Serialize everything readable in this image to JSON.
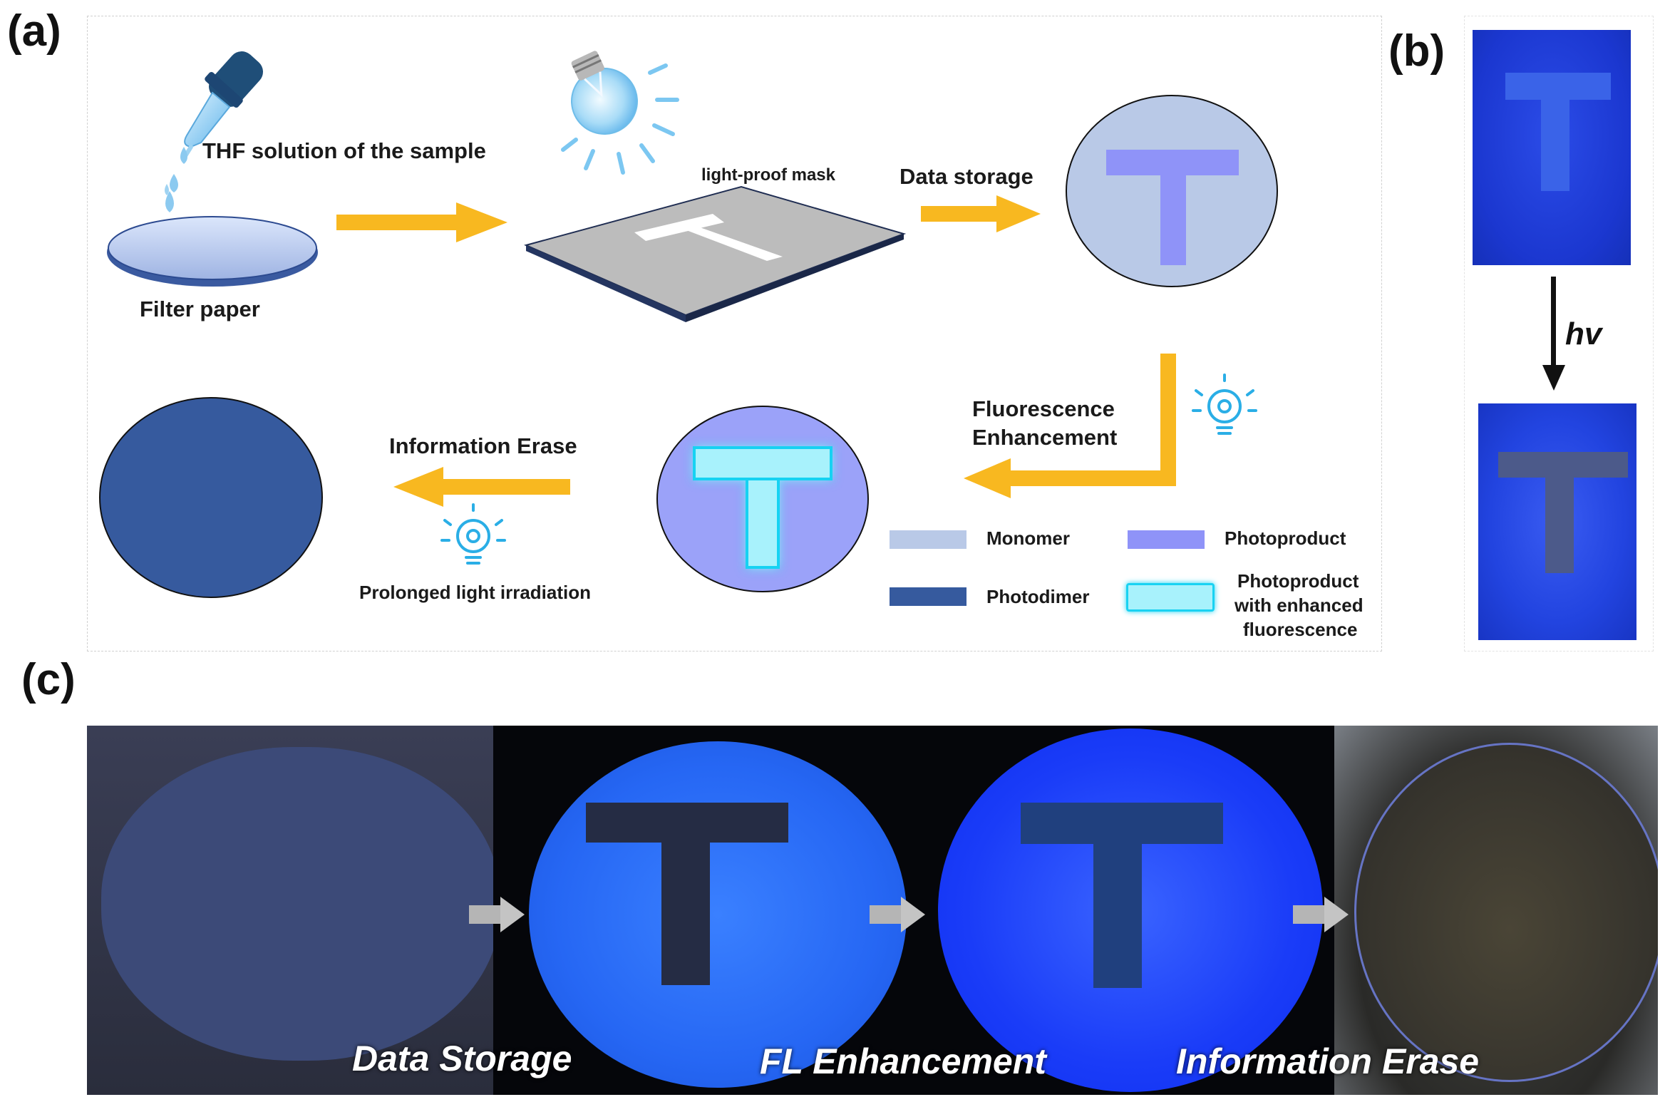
{
  "panels": {
    "a": "(a)",
    "b": "(b)",
    "c": "(c)"
  },
  "panel_a": {
    "sample_label": "THF solution of the sample",
    "filter_label": "Filter paper",
    "mask_label": "light-proof mask",
    "data_storage_label": "Data storage",
    "fluor_line1": "Fluorescence",
    "fluor_line2": "Enhancement",
    "erase_label": "Information Erase",
    "prolonged_label": "Prolonged light irradiation",
    "legend": {
      "monomer": "Monomer",
      "photoproduct": "Photoproduct",
      "photodimer": "Photodimer",
      "enh_line1": "Photoproduct",
      "enh_line2": "with enhanced",
      "enh_line3": "fluorescence"
    }
  },
  "panel_b": {
    "hv": "hv"
  },
  "panel_c": {
    "cap1": "Data Storage",
    "cap2": "FL Enhancement",
    "cap3": "Information Erase"
  },
  "colors": {
    "arrow": "#f8b820",
    "monomer": "#b9c9e7",
    "photoproduct": "#8f93f8",
    "photodimer": "#365a9e",
    "enhanced": "#a8f2fc",
    "uv_blue": "#1f3bd6"
  },
  "icons": [
    "dropper-icon",
    "droplet-icon",
    "light-bulb-icon",
    "bulb-idea-icon",
    "gray-arrow-icon"
  ]
}
